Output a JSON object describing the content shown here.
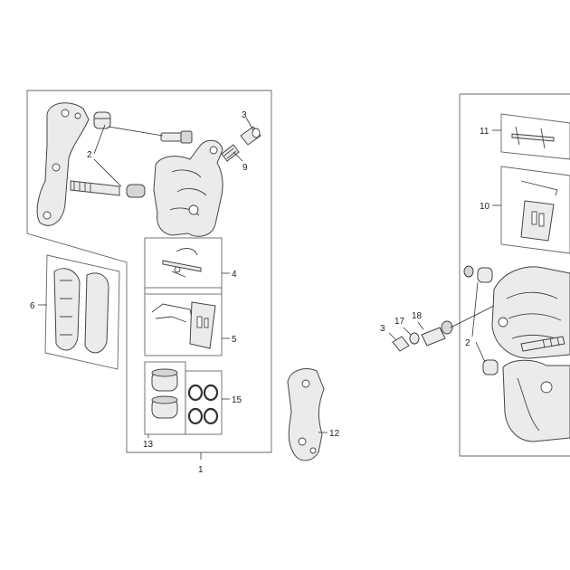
{
  "callouts": {
    "c1": "1",
    "c2_left": "2",
    "c3_left": "3",
    "c4": "4",
    "c5": "5",
    "c6": "6",
    "c9": "9",
    "c10": "10",
    "c11": "11",
    "c12": "12",
    "c13": "13",
    "c15": "15",
    "c17": "17",
    "c18": "18",
    "c3_right": "3",
    "c2_right": "2"
  },
  "colors": {
    "line": "#444444",
    "fill": "#ebebeb",
    "background": "#ffffff"
  }
}
